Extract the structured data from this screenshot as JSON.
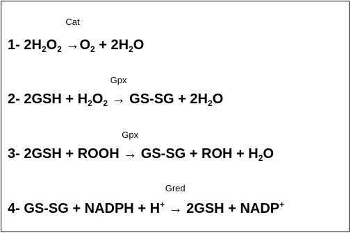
{
  "equations": [
    {
      "number": "1-",
      "lhs_a": "2H",
      "lhs_a_sub": "2",
      "lhs_a2": "O",
      "lhs_a2_sub": "2",
      "enzyme": "Cat",
      "arrow": "→",
      "rhs_a": "O",
      "rhs_a_sub": "2",
      "plus": "+",
      "rhs_b": "2H",
      "rhs_b_sub": "2",
      "rhs_b2": "O"
    },
    {
      "number": "2-",
      "lhs_a": "2GSH",
      "plus": "+",
      "lhs_b": "H",
      "lhs_b_sub": "2",
      "lhs_b2": "O",
      "lhs_b2_sub": "2",
      "enzyme": "Gpx",
      "arrow": "→",
      "rhs_a": "GS-SG",
      "rhs_b": "2H",
      "rhs_b_sub": "2",
      "rhs_b2": "O"
    },
    {
      "number": "3-",
      "lhs_a": "2GSH",
      "plus": "+",
      "lhs_b": "ROOH",
      "enzyme": "Gpx",
      "arrow": "→",
      "rhs_a": "GS-SG",
      "rhs_b": "ROH",
      "rhs_c": "H",
      "rhs_c_sub": "2",
      "rhs_c2": "O"
    },
    {
      "number": "4-",
      "lhs_a": "GS-SG",
      "plus": "+",
      "lhs_b": "NADPH",
      "lhs_c": "H",
      "lhs_c_sup": "+",
      "enzyme": "Gred",
      "arrow": "→",
      "rhs_a": "2GSH",
      "rhs_b": "NADP",
      "rhs_b_sup": "+"
    }
  ]
}
